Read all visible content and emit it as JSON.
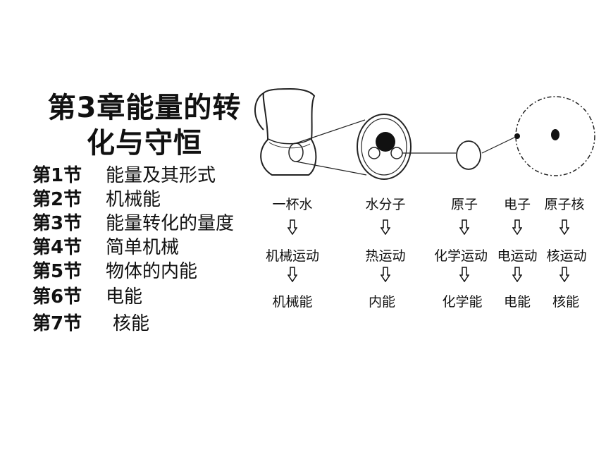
{
  "title": {
    "line1": "第3章能量的转",
    "line2": "化与守恒"
  },
  "sections": [
    {
      "num": "第1节",
      "name": "能量及其形式"
    },
    {
      "num": "第2节",
      "name": "机械能"
    },
    {
      "num": "第3节",
      "name": "能量转化的量度"
    },
    {
      "num": "第4节",
      "name": "简单机械"
    },
    {
      "num": "第5节",
      "name": "物体的内能"
    },
    {
      "num": "第6节",
      "name": "电能"
    },
    {
      "num": "第7节",
      "name": "核能"
    }
  ],
  "diagram": {
    "columns": [
      {
        "object": "一杯水",
        "motion": "机械运动",
        "energy": "机械能"
      },
      {
        "object": "水分子",
        "motion": "热运动",
        "energy": "内能"
      },
      {
        "object": "原子",
        "motion": "化学运动",
        "energy": "化学能"
      },
      {
        "object": "电子",
        "motion": "电运动",
        "energy": "电能"
      },
      {
        "object": "原子核",
        "motion": "核运动",
        "energy": "核能"
      }
    ],
    "arrow_icon": "hollow-down-arrow"
  }
}
